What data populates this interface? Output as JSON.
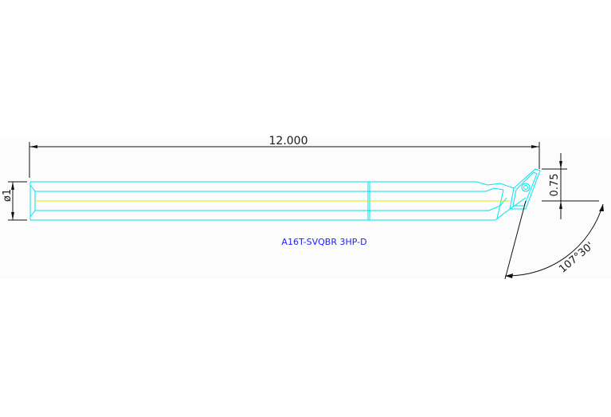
{
  "colors": {
    "part_outline": "#00e5ee",
    "center_line": "#e6e600",
    "dimension": "#111111",
    "part_label": "#2020ff",
    "sheet": "#fcfcfc"
  },
  "dimensions": {
    "overall_length": "12.000",
    "shank_diameter": "ø1",
    "tip_offset": "0.75",
    "lead_angle": "107°30'"
  },
  "part": {
    "code": "A16T-SVQBR 3HP-D"
  }
}
